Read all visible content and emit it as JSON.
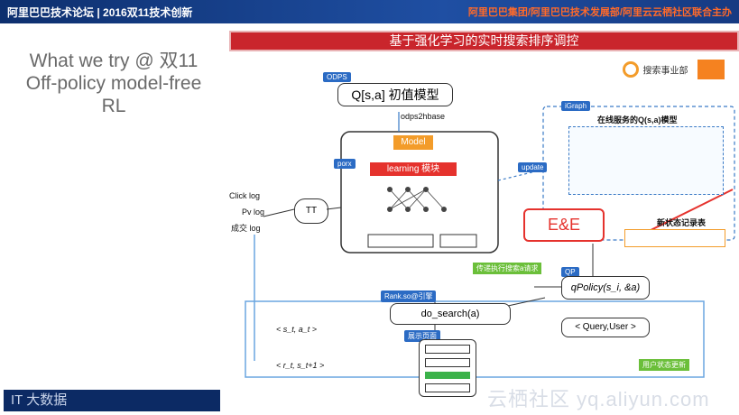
{
  "header": {
    "left_text": "阿里巴巴技术论坛 | 2016双11技术创新",
    "right_text": "阿里巴巴集团/阿里巴巴技术发展部/阿里云云栖社区联合主办"
  },
  "banner": {
    "title": "基于强化学习的实时搜索排序调控"
  },
  "slide_title": {
    "line1": "What we try @ 双11",
    "line2": "Off-policy model-free",
    "line3": "RL"
  },
  "diagram": {
    "odps_tag": "ODPS",
    "q_init": "Q[s,a] 初值模型",
    "odps2hbase": "odps2hbase",
    "model": "Model",
    "learning": "learning 模块",
    "porx": "porx",
    "click_log": "Click log",
    "pv_log": "Pv log",
    "trade_log": "成交 log",
    "tt": "TT",
    "igraph": "iGraph",
    "online_q_title": "在线服务的Q(s,a)模型",
    "update": "update",
    "ee": "E&E",
    "new_state_table": "新状态记录表",
    "pass_params": "传递执行搜索a请求",
    "qp": "QP",
    "qpolicy": "qPolicy(s_i, &a)",
    "rank_engine": "Rank.so@引擎",
    "do_search": "do_search(a)",
    "query_user": "< Query,User >",
    "show_page": "展示页面",
    "st_at": "< s_t, a_t >",
    "rt_st1": "< r_t, s_t+1 >",
    "user_state_update": "用户状态更新"
  },
  "footer": {
    "left_logo": "IT 大数据",
    "watermark": "云栖社区 yq.aliyun.com",
    "search_dept": "搜索事业部"
  }
}
